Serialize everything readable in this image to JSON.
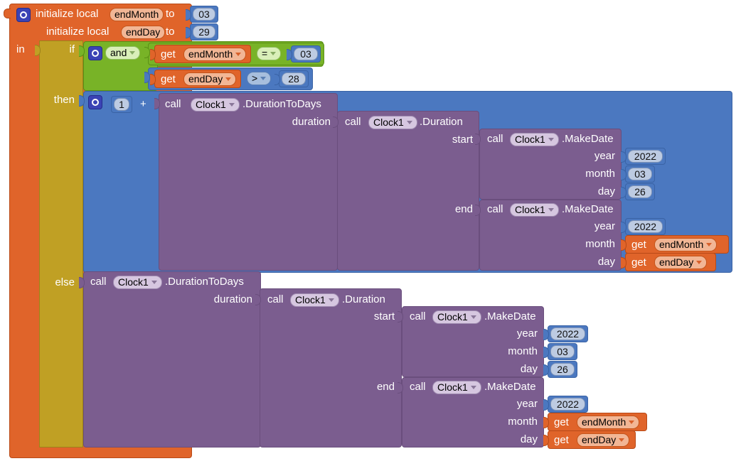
{
  "editor": {
    "name": "app-inventor-blocks-canvas"
  },
  "init_blocks": [
    {
      "keyword": "initialize local",
      "var_name": "endMonth",
      "to": "to",
      "value": "03"
    },
    {
      "keyword": "initialize local",
      "var_name": "endDay",
      "to": "to",
      "value": "29"
    }
  ],
  "in_label": "in",
  "control": {
    "if_label": "if",
    "then_label": "then",
    "else_label": "else"
  },
  "condition": {
    "operator": "and",
    "operands": [
      {
        "get": "get",
        "var": "endMonth",
        "op": "=",
        "value": "03"
      },
      {
        "get": "get",
        "var": "endDay",
        "op": ">",
        "value": "28"
      }
    ]
  },
  "then_branch": {
    "addend": "1",
    "plus": "+",
    "duration_to_days": {
      "call": "call",
      "component": "Clock1",
      "method": ".DurationToDays",
      "arg_label": "duration",
      "duration": {
        "call": "call",
        "component": "Clock1",
        "method": ".Duration",
        "start_label": "start",
        "end_label": "end",
        "start": {
          "call": "call",
          "component": "Clock1",
          "method": ".MakeDate",
          "year_label": "year",
          "month_label": "month",
          "day_label": "day",
          "year": "2022",
          "month": "03",
          "day": "26"
        },
        "end": {
          "call": "call",
          "component": "Clock1",
          "method": ".MakeDate",
          "year_label": "year",
          "month_label": "month",
          "day_label": "day",
          "year": "2022",
          "month_get": {
            "get": "get",
            "var": "endMonth"
          },
          "day_get": {
            "get": "get",
            "var": "endDay"
          }
        }
      }
    }
  },
  "else_branch": {
    "duration_to_days": {
      "call": "call",
      "component": "Clock1",
      "method": ".DurationToDays",
      "arg_label": "duration",
      "duration": {
        "call": "call",
        "component": "Clock1",
        "method": ".Duration",
        "start_label": "start",
        "end_label": "end",
        "start": {
          "call": "call",
          "component": "Clock1",
          "method": ".MakeDate",
          "year_label": "year",
          "month_label": "month",
          "day_label": "day",
          "year": "2022",
          "month": "03",
          "day": "26"
        },
        "end": {
          "call": "call",
          "component": "Clock1",
          "method": ".MakeDate",
          "year_label": "year",
          "month_label": "month",
          "day_label": "day",
          "year": "2022",
          "month_get": {
            "get": "get",
            "var": "endMonth"
          },
          "day_get": {
            "get": "get",
            "var": "endDay"
          }
        }
      }
    }
  },
  "colors": {
    "variables": "#e0642a",
    "control": "#c0a024",
    "logic": "#78b327",
    "math": "#4b78c0",
    "component": "#7b5d8f"
  }
}
